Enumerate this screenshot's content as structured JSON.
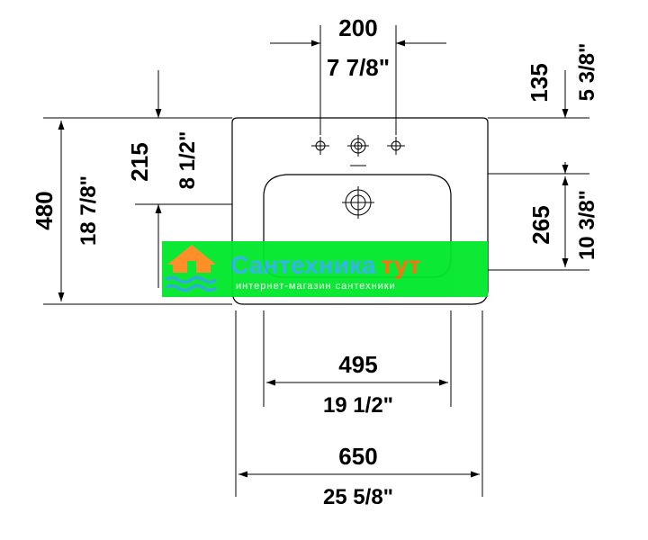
{
  "dimensions": {
    "tap_spacing": {
      "mm": "200",
      "inch": "7 7/8\""
    },
    "tap_offset": {
      "mm": "135",
      "inch": "5 3/8\""
    },
    "depth_total": {
      "mm": "480",
      "inch": "18 7/8\""
    },
    "depth_bowl_center": {
      "mm": "215",
      "inch": "8 1/2\""
    },
    "bowl_height": {
      "mm": "265",
      "inch": "10 3/8\""
    },
    "bowl_width": {
      "mm": "495",
      "inch": "19 1/2\""
    },
    "overall_width": {
      "mm": "650",
      "inch": "25 5/8\""
    }
  },
  "watermark": {
    "title_main": "Сантехника",
    "title_accent": "тут",
    "subtitle": "интернет-магазин сантехники"
  },
  "colors": {
    "watermark_bg": "#00e82a",
    "watermark_title": "#2ab0ea",
    "watermark_accent": "#ff6a00",
    "logo_orange": "#ff8a1e",
    "logo_blue": "#27a6e0"
  }
}
